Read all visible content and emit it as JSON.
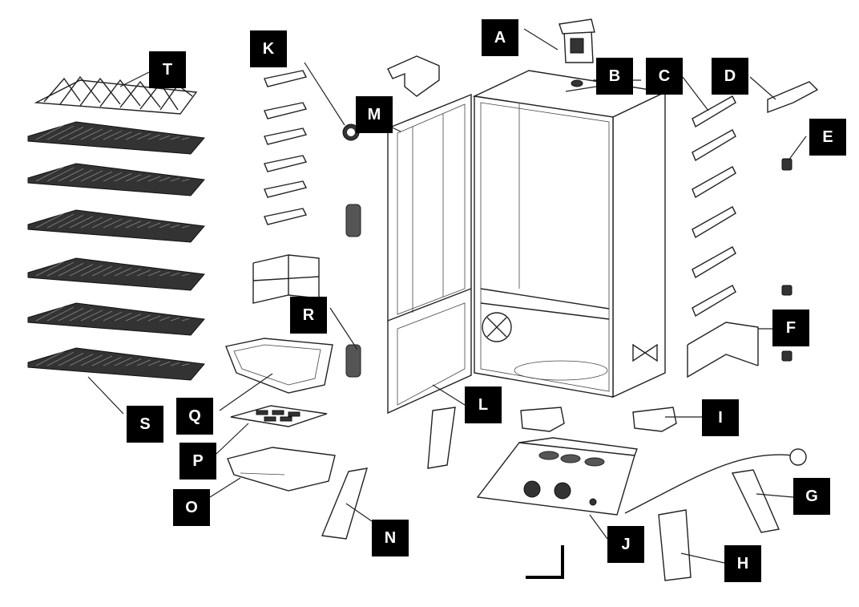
{
  "parts": [
    {
      "letter": "A"
    },
    {
      "letter": "B"
    },
    {
      "letter": "C"
    },
    {
      "letter": "D"
    },
    {
      "letter": "E"
    },
    {
      "letter": "F"
    },
    {
      "letter": "G"
    },
    {
      "letter": "H"
    },
    {
      "letter": "I"
    },
    {
      "letter": "J"
    },
    {
      "letter": "K"
    },
    {
      "letter": "L"
    },
    {
      "letter": "M"
    },
    {
      "letter": "N"
    },
    {
      "letter": "O"
    },
    {
      "letter": "P"
    },
    {
      "letter": "Q"
    },
    {
      "letter": "R"
    },
    {
      "letter": "S"
    },
    {
      "letter": "T"
    }
  ]
}
